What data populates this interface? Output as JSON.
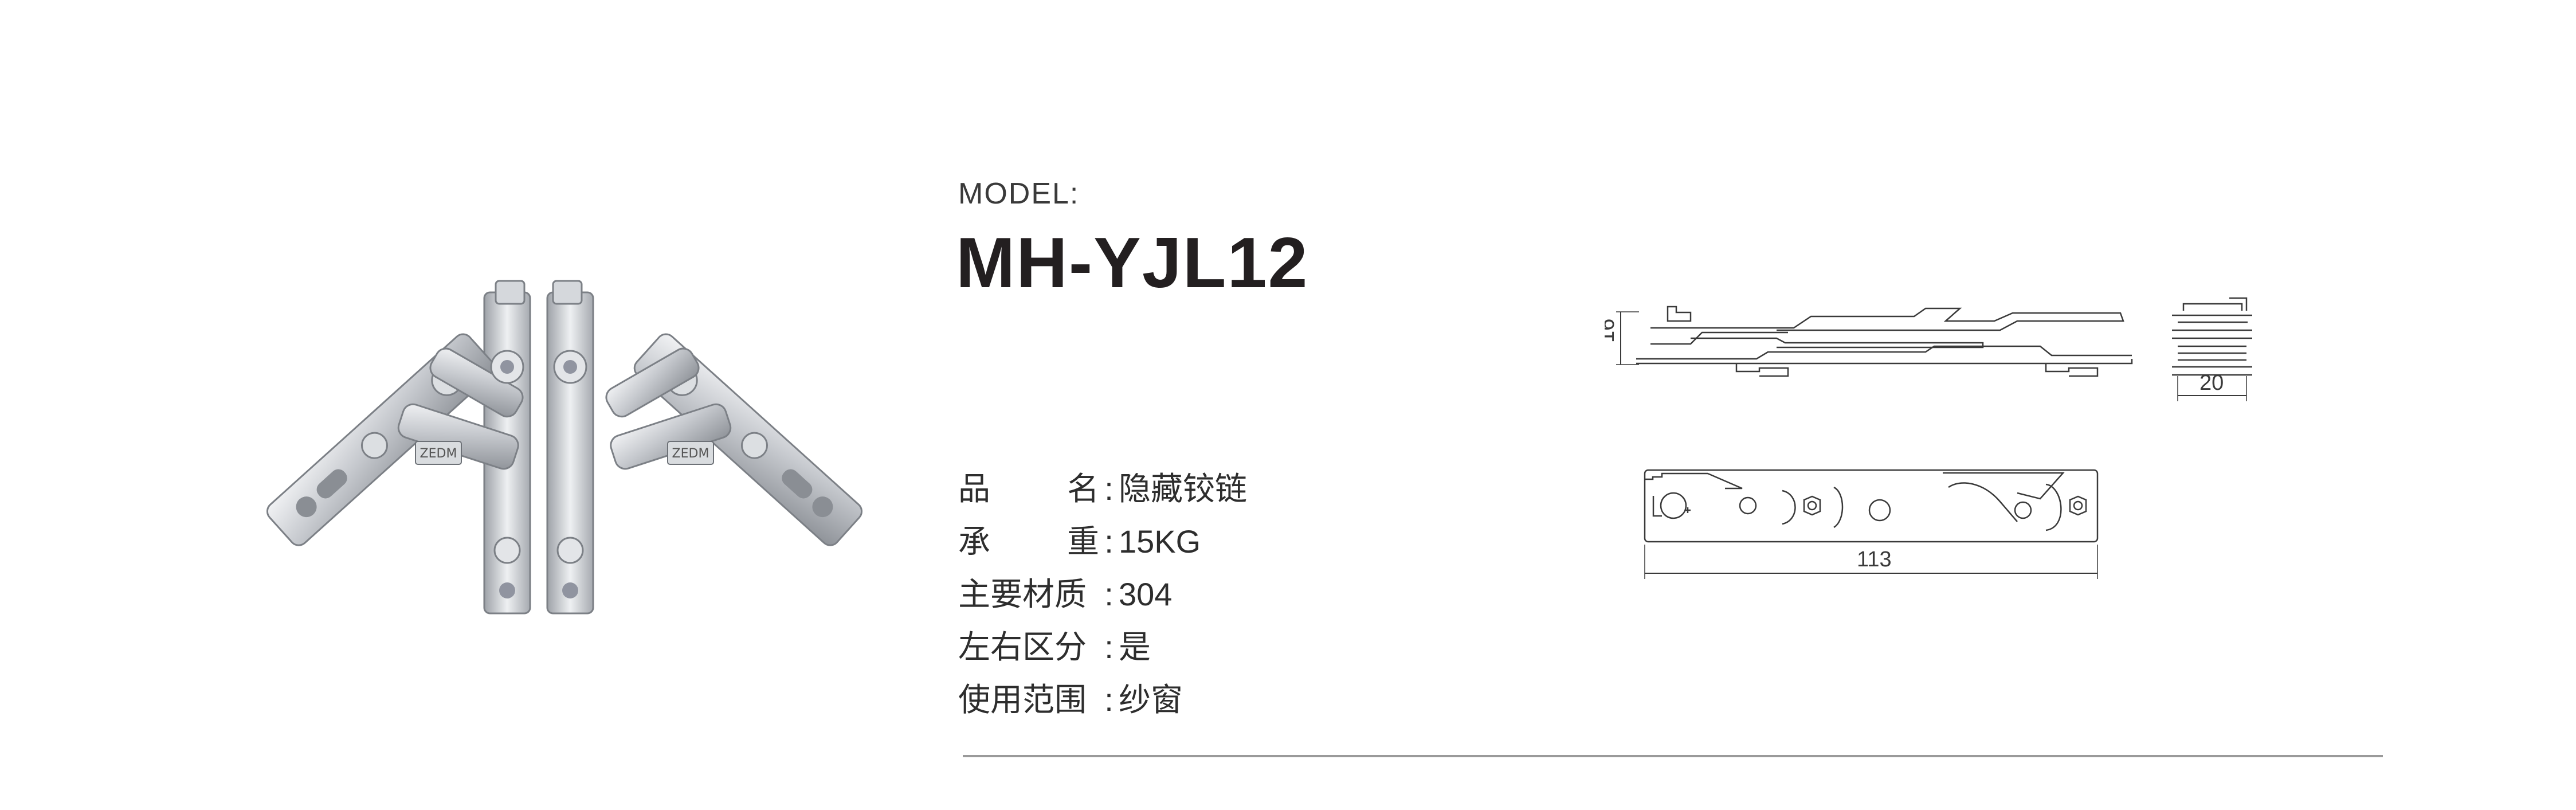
{
  "header": {
    "model_label": "MODEL:",
    "model_name": "MH-YJL12"
  },
  "specs": [
    {
      "label": "品    名",
      "value": "隐藏铰链"
    },
    {
      "label": "承    重",
      "value": "15KG"
    },
    {
      "label": "主要材质",
      "value": "304"
    },
    {
      "label": "左右区分",
      "value": "是"
    },
    {
      "label": "使用范围",
      "value": "纱窗"
    }
  ],
  "product_photo": {
    "stamp_left": "ZEDM",
    "stamp_right": "ZEDM"
  },
  "drawing": {
    "dim_height": "16",
    "dim_width_side": "20",
    "dim_length": "113"
  },
  "colors": {
    "text": "#231f20",
    "steel": "#c9ccd0",
    "line": "#3a3a3a",
    "divider": "#9a9a9a"
  }
}
